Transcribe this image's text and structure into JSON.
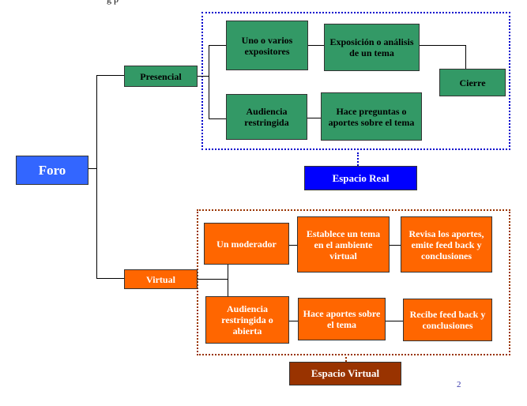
{
  "top_fragment": "g   p",
  "root": "Foro",
  "presencial": {
    "label": "Presencial",
    "expositores": "Uno o varios expositores",
    "exposicion": "Exposición o análisis de un tema",
    "cierre": "Cierre",
    "audiencia": "Audiencia restringida",
    "preguntas": "Hace preguntas o aportes sobre el tema",
    "espacio": "Espacio Real"
  },
  "virtual": {
    "label": "Virtual",
    "moderador": "Un moderador",
    "establece": "Establece un tema en el ambiente virtual",
    "revisa": "Revisa los aportes, emite feed back y conclusiones",
    "audiencia": "Audiencia restringida o abierta",
    "aportes": "Hace aportes sobre el tema",
    "recibe": "Recibe feed back y conclusiones",
    "espacio": "Espacio Virtual"
  },
  "page_number": "2",
  "colors": {
    "green": "#339966",
    "orange": "#ff6600",
    "root_blue": "#3366ff",
    "real_label": "#0000ff",
    "virtual_label": "#993300"
  }
}
